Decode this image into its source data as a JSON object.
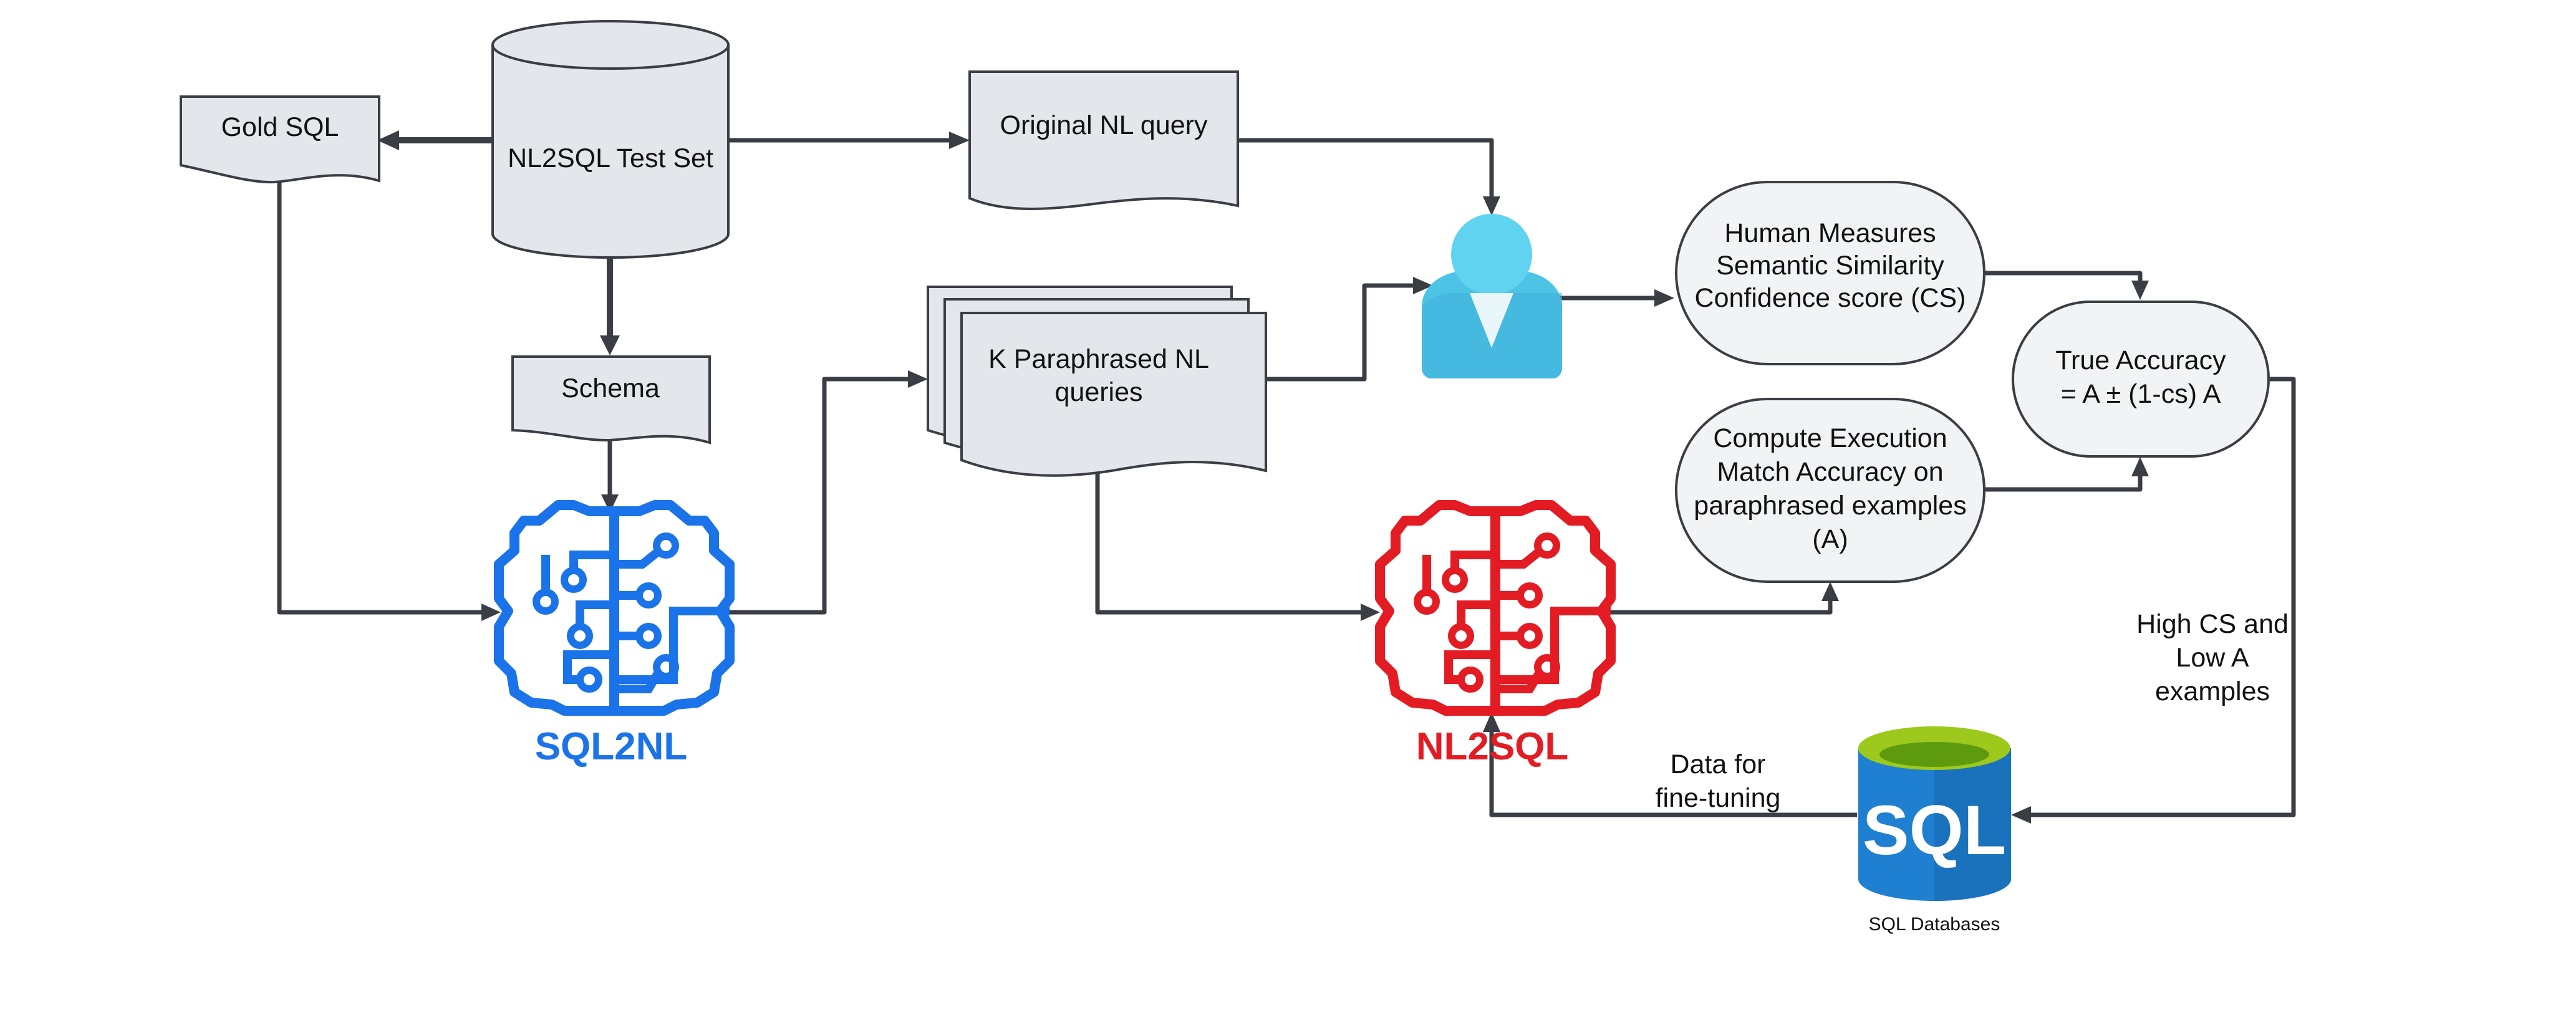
{
  "nodes": {
    "gold_sql": "Gold SQL",
    "test_set": "NL2SQL Test Set",
    "original_query": "Original NL query",
    "schema": "Schema",
    "paraphrased": [
      "K Paraphrased NL",
      "queries"
    ],
    "human_measures": [
      "Human Measures",
      "Semantic Similarity",
      "Confidence score (CS)"
    ],
    "true_accuracy": [
      "True Accuracy",
      "=  A ± (1-cs) A"
    ],
    "compute_accuracy": [
      "Compute Execution",
      "Match Accuracy on",
      "paraphrased examples",
      "(A)"
    ],
    "sql2nl": "SQL2NL",
    "nl2sql": "NL2SQL",
    "sql_db_icon": "SQL",
    "sql_databases": "SQL Databases"
  },
  "edge_labels": {
    "high_cs": [
      "High CS and",
      "Low A",
      "examples"
    ],
    "fine_tuning": [
      "Data for",
      "fine-tuning"
    ]
  },
  "colors": {
    "sql2nl": "#1a73e8",
    "nl2sql": "#e31c23",
    "person": "#4dc3e6",
    "db_blue": "#1f7fd1",
    "db_green": "#9cc91c",
    "line": "#3a3e44",
    "shape_fill": "#e3e6ea"
  },
  "icons": {
    "sql2nl": "brain-circuit-icon",
    "nl2sql": "brain-circuit-icon",
    "human": "person-icon",
    "db": "database-icon"
  }
}
